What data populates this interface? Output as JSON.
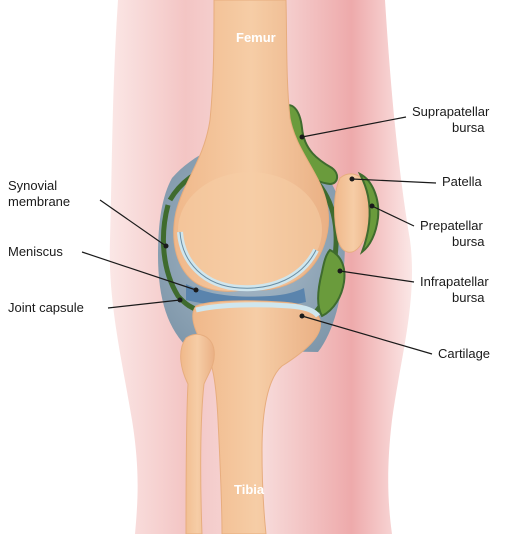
{
  "bones": {
    "femur": "Femur",
    "tibia": "Tibia"
  },
  "labels": {
    "suprapatellar_bursa_1": "Suprapatellar",
    "suprapatellar_bursa_2": "bursa",
    "patella": "Patella",
    "prepatellar_bursa_1": "Prepatellar",
    "prepatellar_bursa_2": "bursa",
    "infrapatellar_bursa_1": "Infrapatellar",
    "infrapatellar_bursa_2": "bursa",
    "cartilage": "Cartilage",
    "synovial_membrane_1": "Synovial",
    "synovial_membrane_2": "membrane",
    "meniscus": "Meniscus",
    "joint_capsule": "Joint capsule"
  },
  "colors": {
    "skin": "#f6d6d4",
    "skin_shadow": "#eaa6a8",
    "bone": "#f3c197",
    "bone_edge": "#e7ad7e",
    "capsule": "#8fa6b7",
    "synovial": "#3f6b2e",
    "bursa": "#6a9b3c",
    "cartilage": "#cfe6ee",
    "meniscus": "#5a84ad"
  }
}
